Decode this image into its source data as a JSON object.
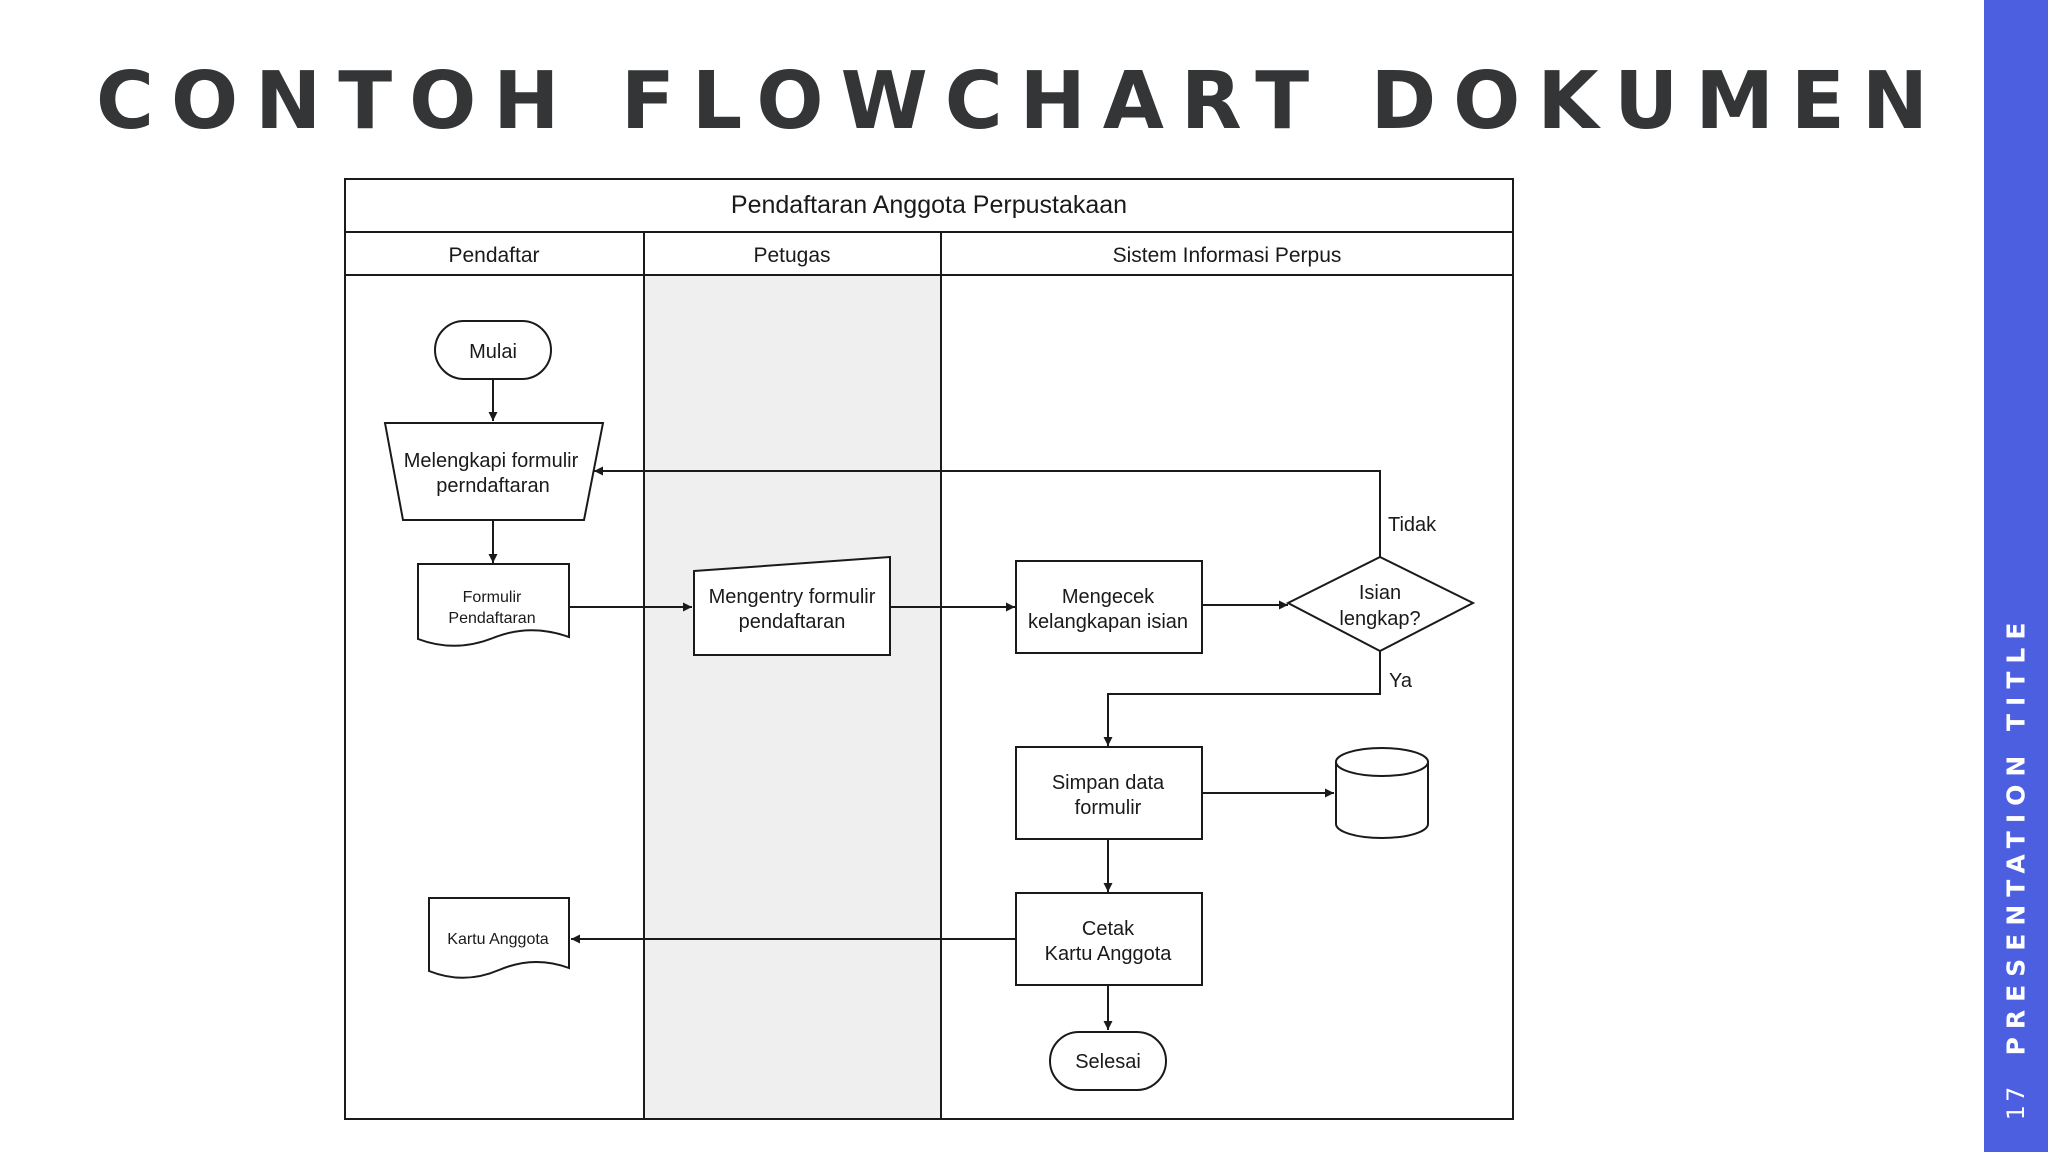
{
  "slide": {
    "title": "CONTOH FLOWCHART DOKUMEN",
    "side_title": "PRESENTATION TITLE",
    "page_number": "17",
    "accent_color": "#4d5fe1",
    "title_color": "#333536"
  },
  "diagram": {
    "title": "Pendaftaran Anggota  Perpustakaan",
    "lanes": [
      "Pendaftar",
      "Petugas",
      "Sistem Informasi Perpus"
    ],
    "nodes": {
      "mulai": "Mulai",
      "melengkapi_1": "Melengkapi formulir",
      "melengkapi_2": "perndaftaran",
      "formulir_1": "Formulir",
      "formulir_2": "Pendaftaran",
      "mengentry_1": "Mengentry formulir",
      "mengentry_2": "pendaftaran",
      "mengecek_1": "Mengecek",
      "mengecek_2": "kelangkapan isian",
      "isian_1": "Isian",
      "isian_2": "lengkap?",
      "simpan_1": "Simpan data",
      "simpan_2": "formulir",
      "cetak_1": "Cetak",
      "cetak_2": "Kartu Anggota",
      "kartu": "Kartu Anggota",
      "selesai": "Selesai"
    },
    "edge_labels": {
      "tidak": "Tidak",
      "ya": "Ya"
    }
  }
}
